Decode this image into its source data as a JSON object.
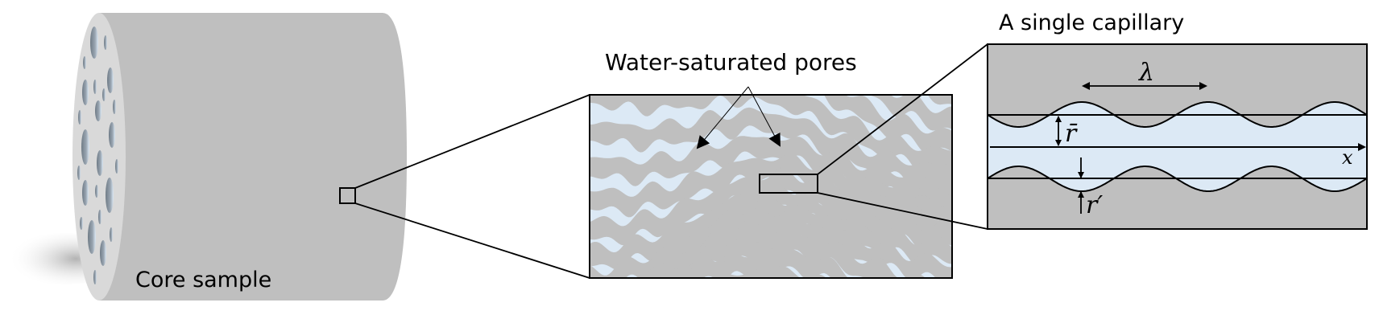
{
  "labels": {
    "core_sample": "Core sample",
    "pores": "Water-saturated pores",
    "capillary": "A single capillary"
  },
  "symbols": {
    "wavelength": "λ",
    "mean_radius": "r̄",
    "radius_perturbation": "r′",
    "axis": "x"
  },
  "colors": {
    "rock": "#bfbfbf",
    "face": "#d9d9d9",
    "water": "#dce9f5"
  }
}
